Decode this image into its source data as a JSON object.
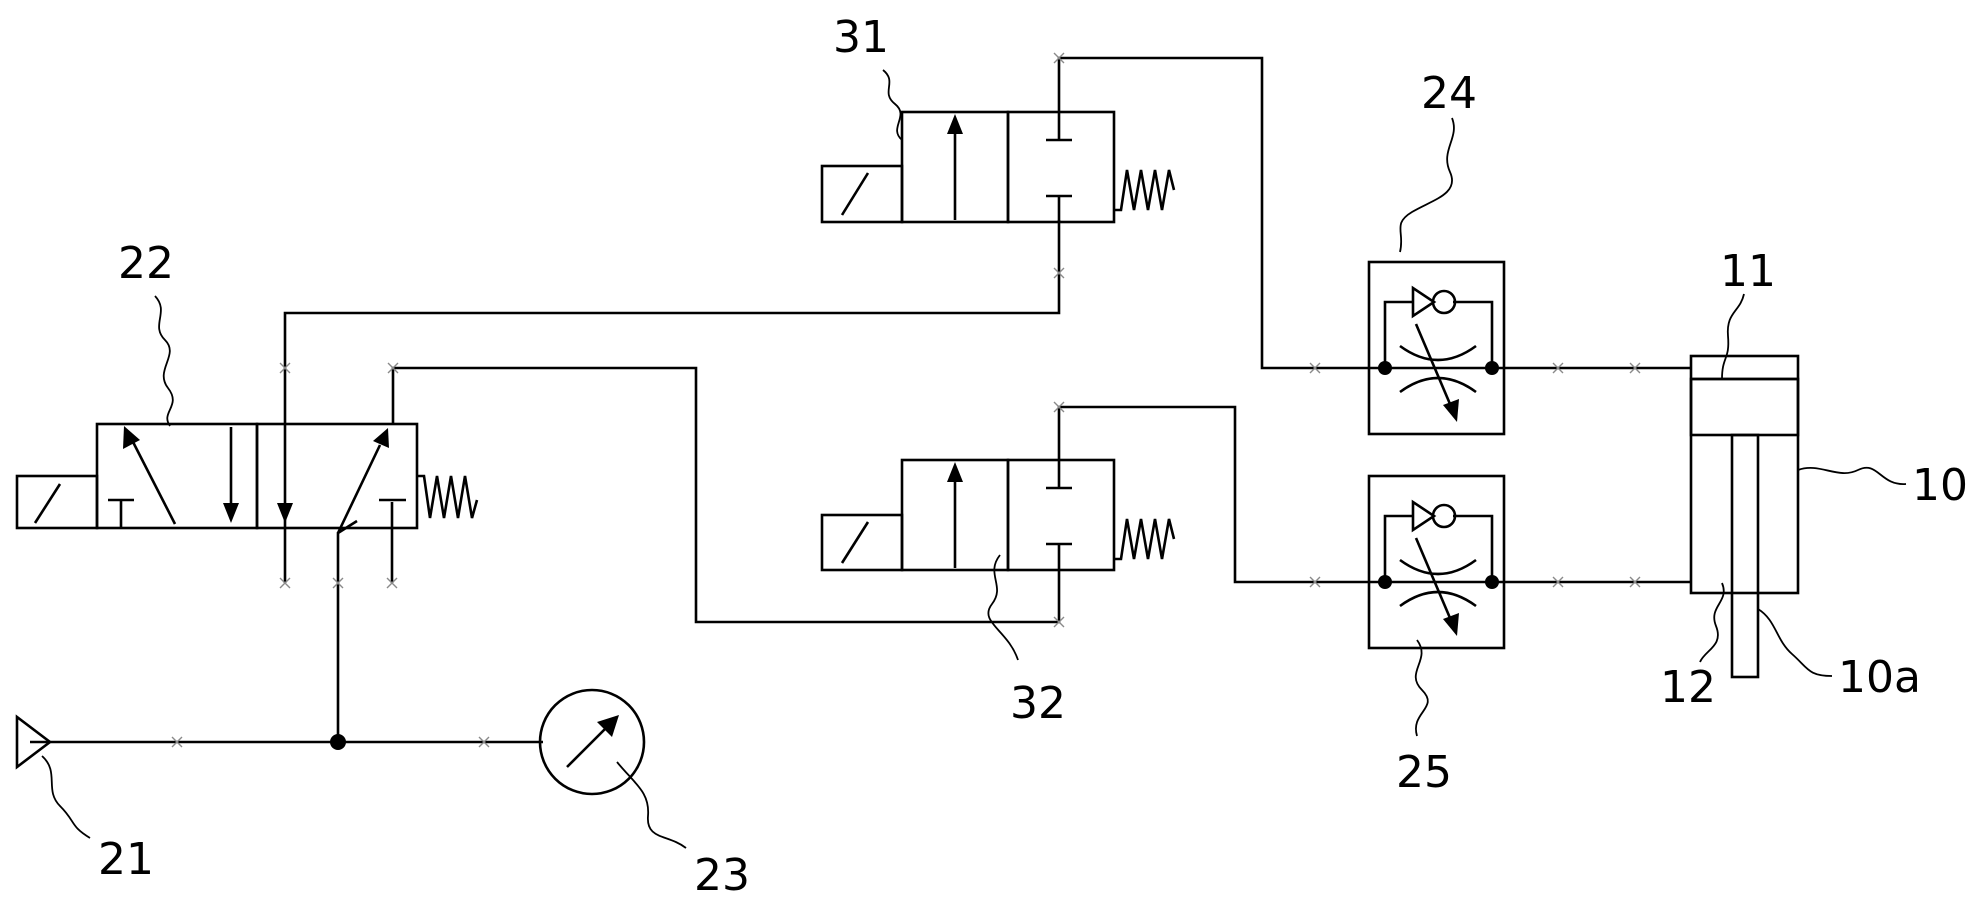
{
  "labels": {
    "cylinder": "10",
    "piston_rod": "10a",
    "head_port": "11",
    "rod_port": "12",
    "air_supply": "21",
    "main_valve": "22",
    "pressure_gauge": "23",
    "flow_control_upper": "24",
    "flow_control_lower": "25",
    "pilot_valve_upper": "31",
    "pilot_valve_lower": "32"
  }
}
